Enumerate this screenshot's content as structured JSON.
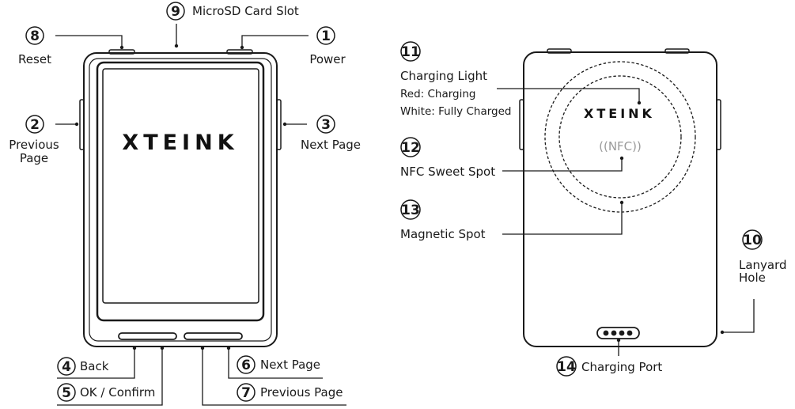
{
  "brand": "XTEINK",
  "nfc_mark": "((NFC))",
  "callouts": [
    {
      "num": "1",
      "label": "Power"
    },
    {
      "num": "2",
      "label_line1": "Previous",
      "label_line2": "Page"
    },
    {
      "num": "3",
      "label": "Next Page"
    },
    {
      "num": "4",
      "label": "Back"
    },
    {
      "num": "5",
      "label": "OK / Confirm"
    },
    {
      "num": "6",
      "label": "Next Page"
    },
    {
      "num": "7",
      "label": "Previous Page"
    },
    {
      "num": "8",
      "label": "Reset"
    },
    {
      "num": "9",
      "label": "MicroSD Card Slot"
    },
    {
      "num": "10",
      "label_line1": "Lanyard",
      "label_line2": "Hole"
    },
    {
      "num": "11",
      "label": "Charging Light",
      "sub1": "Red: Charging",
      "sub2": "White: Fully Charged"
    },
    {
      "num": "12",
      "label": "NFC Sweet Spot"
    },
    {
      "num": "13",
      "label": "Magnetic Spot"
    },
    {
      "num": "14",
      "label": "Charging Port"
    }
  ]
}
